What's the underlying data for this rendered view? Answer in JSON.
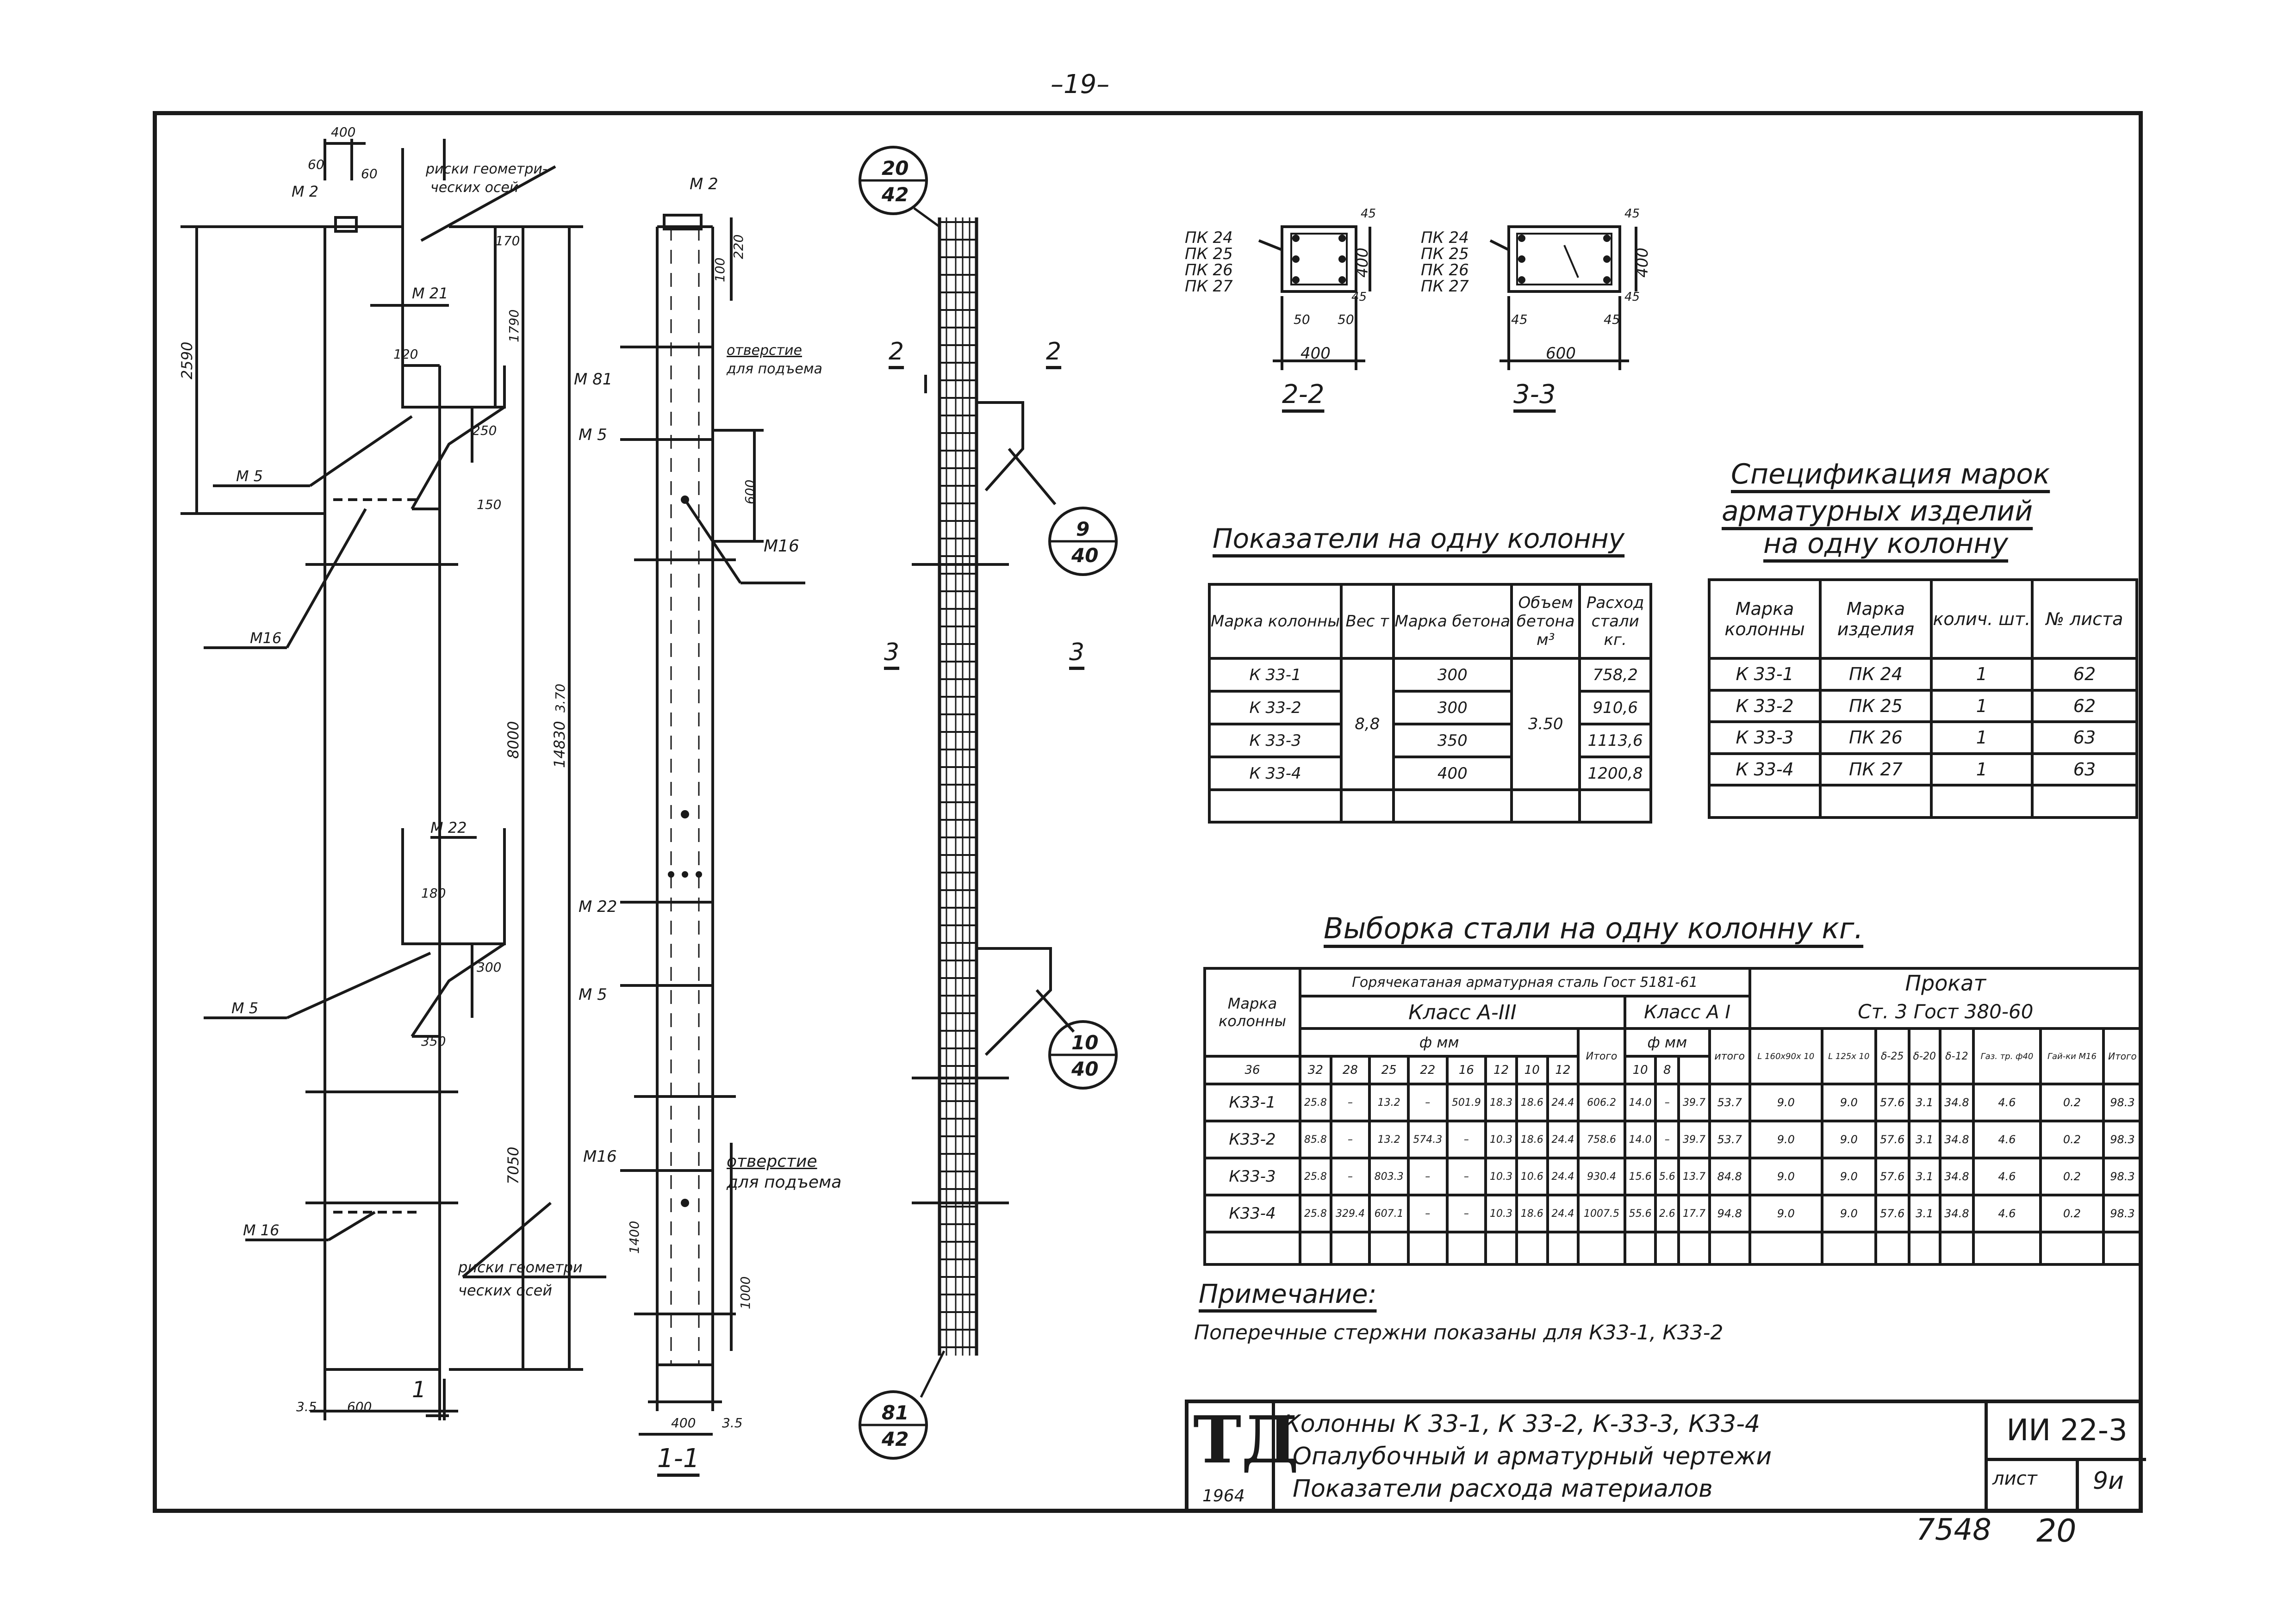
{
  "page_number": "–19–",
  "elevation": {
    "dims": {
      "top_width": "400",
      "d60a": "60",
      "d60b": "60",
      "d170": "170",
      "d2590": "2590",
      "d1790": "1790",
      "d120": "120",
      "d180": "180",
      "d150": "150",
      "d8000": "8000",
      "d14830": "14830",
      "d7050": "7050",
      "bottom_width": "600",
      "d350": "350",
      "d300a": "300",
      "d250": "250",
      "tag_a": "3.70",
      "tag_b": "3.5"
    },
    "embedded": {
      "m2": "М 2",
      "m21": "М 21",
      "m5a": "М 5",
      "m16a": "М16",
      "m22": "М 22",
      "m5b": "М 5",
      "m16b": "М 16"
    },
    "notes": {
      "axes_marks_top": "риски геометри-",
      "axes_marks_top2": "ческих осей",
      "axes_marks_bottom": "риски геометри",
      "axes_marks_bottom2": "ческих осей"
    },
    "section_mark": "1"
  },
  "section_1_1": {
    "label": "1-1",
    "embedded": {
      "m2": "М 2",
      "m81": "М 81",
      "m5a": "М 5",
      "m16a": "М16",
      "m22": "М 22",
      "m5b": "М 5",
      "m16b": "М16"
    },
    "holes_a": "отверстие",
    "holes_a2": "для подъема",
    "holes_b": "отверстие",
    "holes_b2": "для подъема",
    "dims": {
      "w": "400",
      "d100": "100",
      "d220": "220",
      "d600": "600",
      "d1400": "1400",
      "d1000": "1000",
      "tag": "3.5"
    }
  },
  "cage": {
    "callouts": [
      {
        "num": "20",
        "den": "42"
      },
      {
        "num": "9",
        "den": "40"
      },
      {
        "num": "10",
        "den": "40"
      },
      {
        "num": "81",
        "den": "42"
      }
    ],
    "sections": {
      "s2": "2",
      "s3": "3"
    }
  },
  "cross_sections": {
    "s22": {
      "label": "2-2",
      "marks": [
        "ПК 24",
        "ПК 25",
        "ПК 26",
        "ПК 27"
      ],
      "width": "400",
      "height": "400",
      "c1": "50",
      "c2": "50",
      "c3": "45",
      "c4": "45"
    },
    "s33": {
      "label": "3-3",
      "marks": [
        "ПК 24",
        "ПК 25",
        "ПК 26",
        "ПК 27"
      ],
      "width": "600",
      "height": "400",
      "c1": "45",
      "c2": "45",
      "c3": "45",
      "c4": "45"
    }
  },
  "indicators": {
    "title": "Показатели на одну колонну",
    "headers": [
      "Марка колонны",
      "Вес т",
      "Марка бетона",
      "Объем бетона м³",
      "Расход стали кг."
    ],
    "marks": [
      "К 33-1",
      "К 33-2",
      "К 33-3",
      "К 33-4"
    ],
    "weight": "8,8",
    "concrete": [
      "300",
      "300",
      "350",
      "400"
    ],
    "volume": "3.50",
    "steel": [
      "758,2",
      "910,6",
      "1113,6",
      "1200,8"
    ]
  },
  "spec": {
    "title_1": "Спецификация марок",
    "title_2": "арматурных изделий",
    "title_3": "на одну колонну",
    "headers": [
      "Марка колонны",
      "Марка изделия",
      "колич. шт.",
      "№ листа"
    ],
    "rows": [
      [
        "К 33-1",
        "ПК 24",
        "1",
        "62"
      ],
      [
        "К 33-2",
        "ПК 25",
        "1",
        "62"
      ],
      [
        "К 33-3",
        "ПК 26",
        "1",
        "63"
      ],
      [
        "К 33-4",
        "ПК 27",
        "1",
        "63"
      ]
    ]
  },
  "steel": {
    "title": "Выборка стали на одну колонну кг.",
    "h_mark": "Марка колонны",
    "h_hot": "Горячекатаная арматурная сталь Гост 5181-61",
    "h_classA3": "Класс А-III",
    "h_classA1": "Класс А I",
    "h_dia": "ф мм",
    "h_dia2": "ф мм",
    "h_total": "Итого",
    "h_total2": "итого",
    "h_rolled": "Прокат",
    "h_rolled2": "Ст. 3 Гост 380-60",
    "dia_a3": [
      "36",
      "32",
      "28",
      "25",
      "22",
      "16",
      "12",
      "10"
    ],
    "dia_a1": [
      "12",
      "10",
      "8"
    ],
    "rolled_cols": [
      "L 160x90x 10",
      "L 125x 10",
      "δ-25",
      "δ-20",
      "δ-12",
      "Газ. тр. ф40",
      "Гай-ки М16",
      "Итого"
    ],
    "rows": [
      {
        "mark": "К33-1",
        "a3": [
          "25.8",
          "–",
          "13.2",
          "–",
          "501.9",
          "18.3",
          "18.6",
          "24.4"
        ],
        "a3_total": "606.2",
        "a1": [
          "14.0",
          "–",
          "39.7"
        ],
        "a1_total": "53.7",
        "rolled": [
          "9.0",
          "9.0",
          "57.6",
          "3.1",
          "34.8",
          "4.6",
          "0.2",
          "98.3"
        ]
      },
      {
        "mark": "К33-2",
        "a3": [
          "85.8",
          "–",
          "13.2",
          "574.3",
          "–",
          "10.3",
          "18.6",
          "24.4"
        ],
        "a3_total": "758.6",
        "a1": [
          "14.0",
          "–",
          "39.7"
        ],
        "a1_total": "53.7",
        "rolled": [
          "9.0",
          "9.0",
          "57.6",
          "3.1",
          "34.8",
          "4.6",
          "0.2",
          "98.3"
        ]
      },
      {
        "mark": "К33-3",
        "a3": [
          "25.8",
          "–",
          "803.3",
          "–",
          "–",
          "10.3",
          "10.6",
          "24.4"
        ],
        "a3_total": "930.4",
        "a1": [
          "15.6",
          "5.6",
          "13.7"
        ],
        "a1_total": "84.8",
        "rolled": [
          "9.0",
          "9.0",
          "57.6",
          "3.1",
          "34.8",
          "4.6",
          "0.2",
          "98.3"
        ]
      },
      {
        "mark": "К33-4",
        "a3": [
          "25.8",
          "329.4",
          "607.1",
          "–",
          "–",
          "10.3",
          "18.6",
          "24.4"
        ],
        "a3_total": "1007.5",
        "a1": [
          "55.6",
          "2.6",
          "17.7"
        ],
        "a1_total": "94.8",
        "rolled": [
          "9.0",
          "9.0",
          "57.6",
          "3.1",
          "34.8",
          "4.6",
          "0.2",
          "98.3"
        ]
      }
    ]
  },
  "note": {
    "title": "Примечание:",
    "text": "Поперечные стержни показаны для К33-1, К33-2"
  },
  "stamp": {
    "logo": "ТД",
    "year": "1964",
    "line1": "Колонны К 33-1, К 33-2, К-33-3, К33-4",
    "line2": "Опалубочный и арматурный чертежи",
    "line3": "Показатели расхода материалов",
    "code": "ИИ 22-3",
    "sheet_label": "лист",
    "sheet": "9и"
  },
  "footer": {
    "num1": "7548",
    "num2": "20"
  }
}
